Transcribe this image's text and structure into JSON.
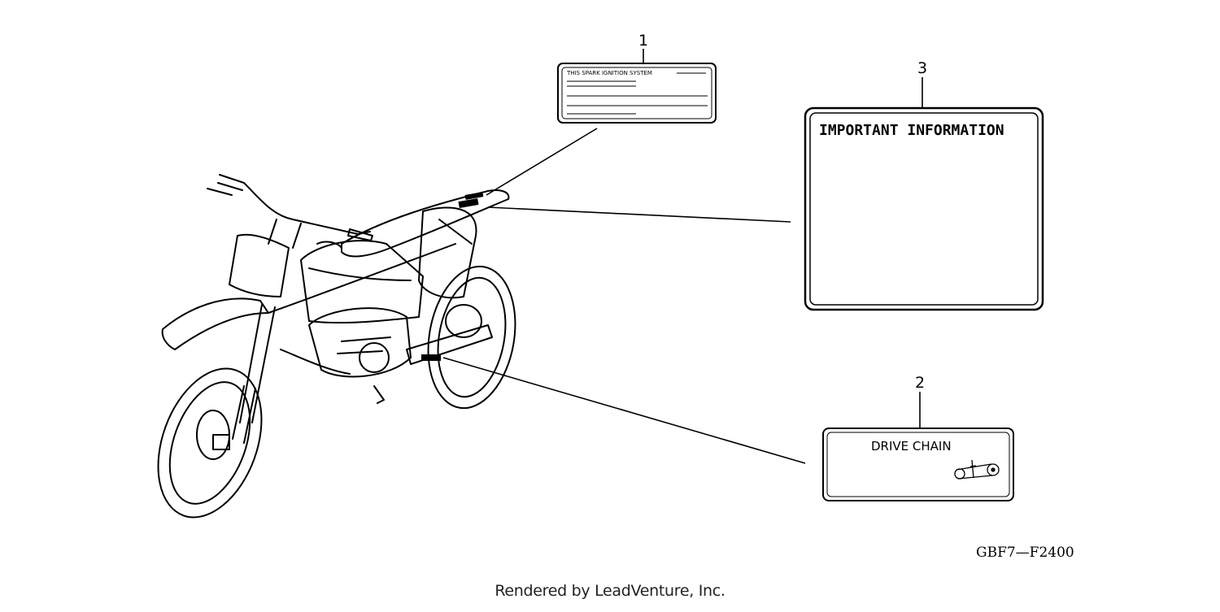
{
  "diagram": {
    "callouts": [
      {
        "number": "1",
        "label_text": "THIS SPARK IGNITION SYSTEM"
      },
      {
        "number": "2",
        "label_text": "DRIVE CHAIN"
      },
      {
        "number": "3",
        "label_text": "IMPORTANT INFORMATION"
      }
    ],
    "reference_code": "GBF7—F2400",
    "icons": [
      "motorcycle-illustration",
      "drive-chain-icon"
    ]
  },
  "footer": {
    "credit": "Rendered by LeadVenture, Inc."
  }
}
